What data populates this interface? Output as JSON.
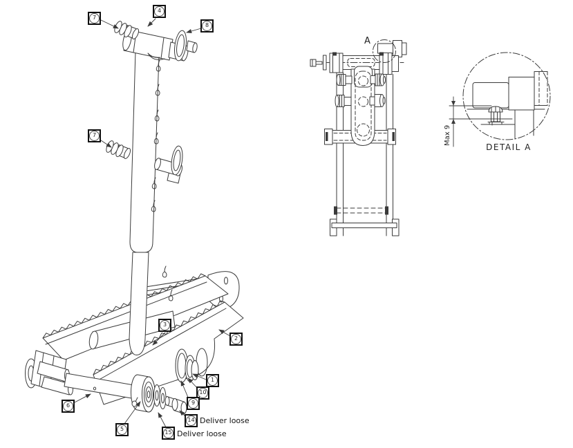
{
  "drawing": {
    "type": "exploded technical parts diagram",
    "background": "#ffffff",
    "line_color": "#3a3a3a"
  },
  "callouts": [
    {
      "label": "7"
    },
    {
      "label": "4"
    },
    {
      "label": "8"
    },
    {
      "label": "7"
    },
    {
      "label": "3"
    },
    {
      "label": "2"
    },
    {
      "label": "1"
    },
    {
      "label": "10"
    },
    {
      "label": "9"
    },
    {
      "label": "6"
    },
    {
      "label": "5"
    },
    {
      "label": "14",
      "note": "Deliver loose"
    },
    {
      "label": "15",
      "note": "Deliver loose"
    }
  ],
  "front_view": {
    "section_label": "A"
  },
  "detail_view": {
    "title": "DETAIL A",
    "dimension_label": "Max 9"
  }
}
